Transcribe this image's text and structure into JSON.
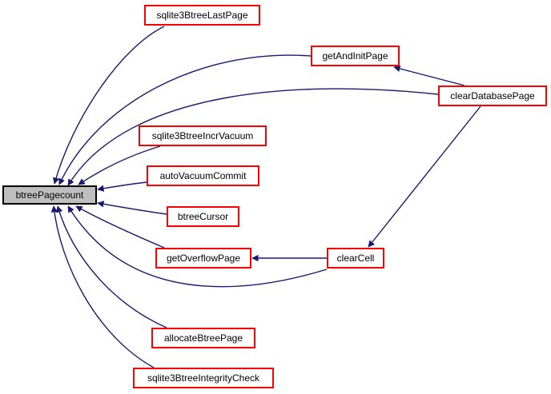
{
  "colors": {
    "edge": "#191970",
    "node_border": "#ff0000",
    "root_fill": "#bfbfbf",
    "root_border": "#000000"
  },
  "root": {
    "id": "btreePagecount",
    "label": "btreePagecount"
  },
  "nodes": [
    {
      "id": "sqlite3BtreeLastPage",
      "label": "sqlite3BtreeLastPage"
    },
    {
      "id": "getAndInitPage",
      "label": "getAndInitPage"
    },
    {
      "id": "clearDatabasePage",
      "label": "clearDatabasePage"
    },
    {
      "id": "sqlite3BtreeIncrVacuum",
      "label": "sqlite3BtreeIncrVacuum"
    },
    {
      "id": "autoVacuumCommit",
      "label": "autoVacuumCommit"
    },
    {
      "id": "btreeCursor",
      "label": "btreeCursor"
    },
    {
      "id": "getOverflowPage",
      "label": "getOverflowPage"
    },
    {
      "id": "clearCell",
      "label": "clearCell"
    },
    {
      "id": "allocateBtreePage",
      "label": "allocateBtreePage"
    },
    {
      "id": "sqlite3BtreeIntegrityCheck",
      "label": "sqlite3BtreeIntegrityCheck"
    }
  ],
  "edges": [
    {
      "from": "sqlite3BtreeLastPage",
      "to": "btreePagecount"
    },
    {
      "from": "getAndInitPage",
      "to": "btreePagecount"
    },
    {
      "from": "clearDatabasePage",
      "to": "btreePagecount"
    },
    {
      "from": "sqlite3BtreeIncrVacuum",
      "to": "btreePagecount"
    },
    {
      "from": "autoVacuumCommit",
      "to": "btreePagecount"
    },
    {
      "from": "btreeCursor",
      "to": "btreePagecount"
    },
    {
      "from": "getOverflowPage",
      "to": "btreePagecount"
    },
    {
      "from": "clearCell",
      "to": "btreePagecount"
    },
    {
      "from": "allocateBtreePage",
      "to": "btreePagecount"
    },
    {
      "from": "sqlite3BtreeIntegrityCheck",
      "to": "btreePagecount"
    },
    {
      "from": "clearDatabasePage",
      "to": "getAndInitPage"
    },
    {
      "from": "clearDatabasePage",
      "to": "clearCell"
    },
    {
      "from": "clearCell",
      "to": "getOverflowPage"
    }
  ]
}
